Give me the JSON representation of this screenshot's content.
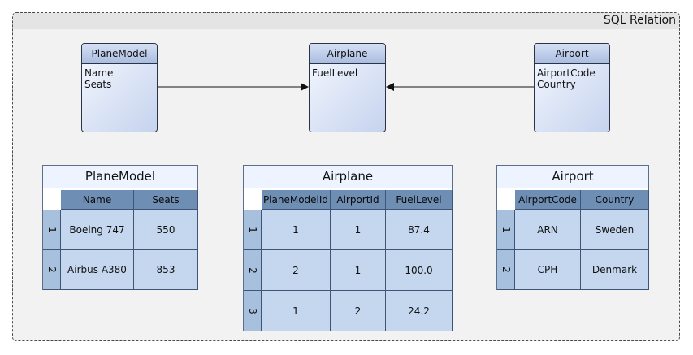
{
  "container": {
    "title": "SQL Relation"
  },
  "entities": {
    "planemodel": {
      "name": "PlaneModel",
      "fields": [
        "Name",
        "Seats"
      ]
    },
    "airplane": {
      "name": "Airplane",
      "fields": [
        "FuelLevel"
      ]
    },
    "airport": {
      "name": "Airport",
      "fields": [
        "AirportCode",
        "Country"
      ]
    }
  },
  "tables": {
    "planemodel": {
      "title": "PlaneModel",
      "columns": [
        "Name",
        "Seats"
      ],
      "row_numbers": [
        "1",
        "2"
      ],
      "rows": [
        [
          "Boeing 747",
          "550"
        ],
        [
          "Airbus A380",
          "853"
        ]
      ]
    },
    "airplane": {
      "title": "Airplane",
      "columns": [
        "PlaneModelId",
        "AirportId",
        "FuelLevel"
      ],
      "row_numbers": [
        "1",
        "2",
        "3"
      ],
      "rows": [
        [
          "1",
          "1",
          "87.4"
        ],
        [
          "2",
          "1",
          "100.0"
        ],
        [
          "1",
          "2",
          "24.2"
        ]
      ]
    },
    "airport": {
      "title": "Airport",
      "columns": [
        "AirportCode",
        "Country"
      ],
      "row_numbers": [
        "1",
        "2"
      ],
      "rows": [
        [
          "ARN",
          "Sweden"
        ],
        [
          "CPH",
          "Denmark"
        ]
      ]
    }
  }
}
